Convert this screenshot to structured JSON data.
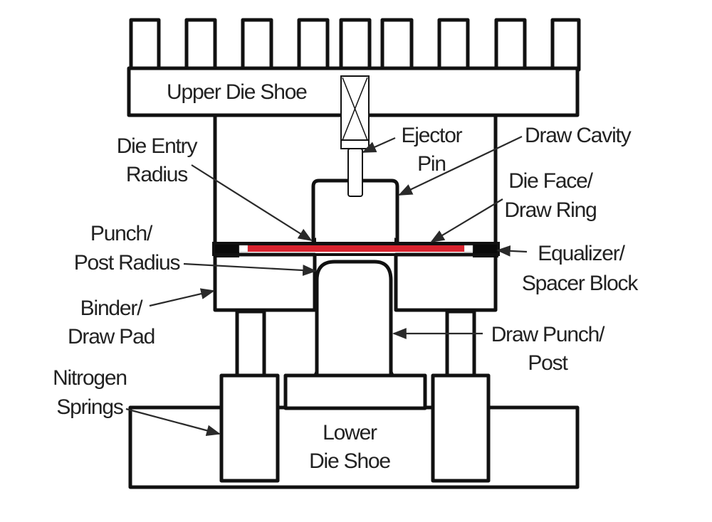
{
  "diagram": {
    "title": "Draw Die Cross Section",
    "colors": {
      "outline": "#111111",
      "draw_blank": "#d8232f",
      "spacer_block": "#0a0a0a",
      "label_text": "#222222",
      "background": "#ffffff"
    },
    "labels": {
      "upper_die_shoe": "Upper Die Shoe",
      "ejector_pin": [
        "Ejector",
        "Pin"
      ],
      "draw_cavity": "Draw Cavity",
      "die_entry_radius": [
        "Die Entry",
        "Radius"
      ],
      "die_face": [
        "Die Face/",
        "Draw Ring"
      ],
      "punch_radius": [
        "Punch/",
        "Post Radius"
      ],
      "equalizer": [
        "Equalizer/",
        "Spacer Block"
      ],
      "binder": [
        "Binder/",
        "Draw Pad"
      ],
      "draw_punch": [
        "Draw Punch/",
        "Post"
      ],
      "nitrogen_springs": [
        "Nitrogen",
        "Springs"
      ],
      "lower_die_shoe": [
        "Lower",
        "Die Shoe"
      ]
    }
  }
}
